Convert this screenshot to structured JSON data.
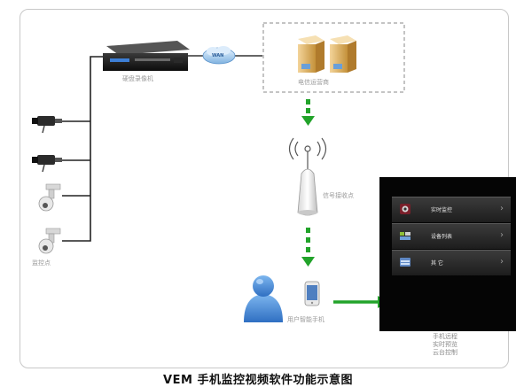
{
  "labels": {
    "dvr": "硬盘录像机",
    "server": "电信运营商",
    "wan": "WAN",
    "tower": "信号接收点",
    "cameras": "监控点",
    "user": "用户智能手机"
  },
  "phone_menu": [
    {
      "label": "实时监控",
      "icon": "camera-icon"
    },
    {
      "label": "设备列表",
      "icon": "device-list-icon"
    },
    {
      "label": "其 它",
      "icon": "folder-icon"
    }
  ],
  "panel_notes": [
    "手机远程",
    "实时预览",
    "云台控制"
  ],
  "caption": "VEM 手机监控视频软件功能示意图",
  "colors": {
    "arrow_green": "#22a32a",
    "phone_bg": "#050505",
    "frame_border": "#c8c8c8"
  }
}
